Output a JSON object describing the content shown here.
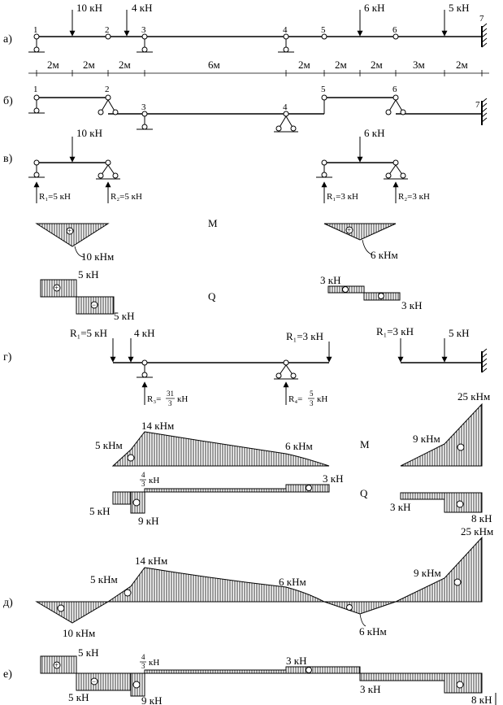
{
  "rows": [
    "а)",
    "б)",
    "в)",
    "г)",
    "д)",
    "е)"
  ],
  "node_numbers": [
    "1",
    "2",
    "3",
    "4",
    "5",
    "6",
    "7"
  ],
  "span_labels": [
    "2м",
    "2м",
    "2м",
    "6м",
    "2м",
    "2м",
    "2м",
    "3м",
    "2м"
  ],
  "loads": {
    "f10": "10 кН",
    "f4": "4 кН",
    "f6": "6 кН",
    "f5": "5 кН"
  },
  "v_section": {
    "left_r1": "R₁=5 кН",
    "left_r2": "R₂=5 кН",
    "right_r1": "R₁=3 кН",
    "right_r2": "R₂=3 кН",
    "m_title": "M",
    "q_title": "Q",
    "m_left": "10 кНм",
    "m_right": "6 кНм",
    "q_left_top": "5 кН",
    "q_left_bot": "5 кН",
    "q_right_top": "3 кН",
    "q_right_bot": "3 кН"
  },
  "g_section": {
    "r1_left": "R₁=5 кН",
    "r1_mid": "R₁=3 кН",
    "r1_right": "R₁=3 кН",
    "r3_label": "R₃=",
    "r3_num": "31",
    "r3_den": "3",
    "r3_unit": "кН",
    "r4_label": "R₄=",
    "r4_num": "5",
    "r4_den": "3",
    "r4_unit": "кН",
    "m_title": "M",
    "q_title": "Q",
    "m_5": "5 кНм",
    "m_14": "14 кНм",
    "m_6": "6 кНм",
    "m_9": "9 кНм",
    "m_25": "25 кНм",
    "q_43_num": "4",
    "q_43_den": "3",
    "q_43_unit": "кН",
    "q_3": "3 кН",
    "q_5": "5 кН",
    "q_9": "9 кН",
    "q_3b": "3 кН",
    "q_8": "8 кН"
  },
  "d_section": {
    "m_5": "5 кНм",
    "m_14": "14 кНм",
    "m_6a": "6 кНм",
    "m_9": "9 кНм",
    "m_25": "25 кНм",
    "m_10": "10 кНм",
    "m_6b": "6 кНм"
  },
  "e_section": {
    "q_5a": "5 кН",
    "q_5b": "5 кН",
    "q_9": "9 кН",
    "q_43_num": "4",
    "q_43_den": "3",
    "q_43_unit": "кН",
    "q_3a": "3 кН",
    "q_3b": "3 кН",
    "q_8": "8 кН"
  },
  "signs": {
    "plus": "+",
    "minus": "−"
  }
}
